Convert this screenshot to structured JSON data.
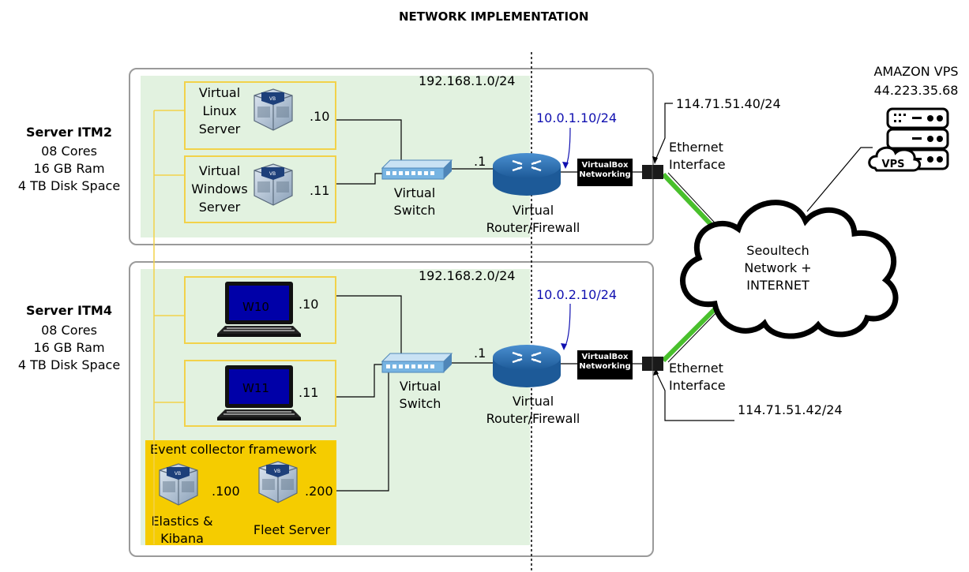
{
  "title": "NETWORK IMPLEMENTATION",
  "server_itm2": {
    "name": "Server ITM2",
    "cores": "08 Cores",
    "ram": "16 GB Ram",
    "disk": "4 TB Disk Space",
    "subnet": "192.168.1.0/24",
    "vm1": {
      "label_line1": "Virtual",
      "label_line2": "Linux",
      "label_line3": "Server",
      "ip": ".10"
    },
    "vm2": {
      "label_line1": "Virtual",
      "label_line2": "Windows",
      "label_line3": "Server",
      "ip": ".11"
    },
    "switch_line1": "Virtual",
    "switch_line2": "Switch",
    "router_ip": ".1",
    "router_line1": "Virtual",
    "router_line2": "Router/Firewall",
    "wan_ip": "10.0.1.10/24",
    "vbox_line1": "VirtualBox",
    "vbox_line2": "Networking",
    "eth_line1": "Ethernet",
    "eth_line2": "Interface",
    "public_ip": "114.71.51.40/24"
  },
  "server_itm4": {
    "name": "Server ITM4",
    "cores": "08 Cores",
    "ram": "16 GB Ram",
    "disk": "4 TB Disk Space",
    "subnet": "192.168.2.0/24",
    "pc1": {
      "label": "W10",
      "ip": ".10"
    },
    "pc2": {
      "label": "W11",
      "ip": ".11"
    },
    "collector": {
      "title": "Event collector framework",
      "vm1_ip": ".100",
      "vm1_line1": "Elastics &",
      "vm1_line2": "Kibana",
      "vm2_ip": ".200",
      "vm2_label": "Fleet Server"
    },
    "switch_line1": "Virtual",
    "switch_line2": "Switch",
    "router_ip": ".1",
    "router_line1": "Virtual",
    "router_line2": "Router/Firewall",
    "wan_ip": "10.0.2.10/24",
    "vbox_line1": "VirtualBox",
    "vbox_line2": "Networking",
    "eth_line1": "Ethernet",
    "eth_line2": "Interface",
    "public_ip": "114.71.51.42/24"
  },
  "cloud": {
    "line1": "Seoultech",
    "line2": "Network +",
    "line3": "INTERNET"
  },
  "vps": {
    "line1": "AMAZON VPS",
    "line2": "44.223.35.68",
    "badge": "VPS"
  },
  "colors": {
    "green_link": "#49c02c",
    "subnet_bg": "#e2f2e0",
    "vm_border": "#f2d24a",
    "collector_bg": "#f5cc00",
    "wan_ip": "#1010b0",
    "router": "#2a6fb0",
    "laptop_screen": "#0000a8"
  },
  "icons": [
    "virtualbox-icon",
    "switch-icon",
    "router-icon",
    "laptop-icon",
    "cloud-icon",
    "server-rack-icon"
  ]
}
